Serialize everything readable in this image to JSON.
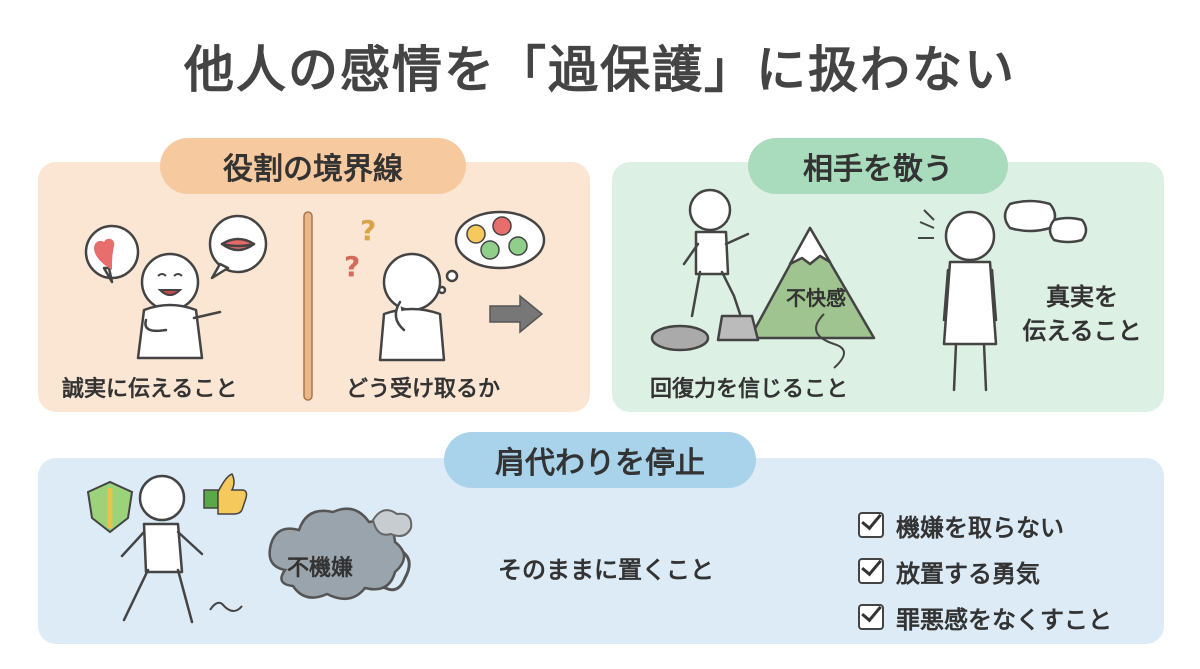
{
  "title": "他人の感情を「過保護」に扱わない",
  "sections": {
    "boundary": {
      "heading": "役割の境界線",
      "left_caption": "誠実に伝えること",
      "right_caption": "どう受け取るか"
    },
    "respect": {
      "heading": "相手を敬う",
      "mountain_label": "不快感",
      "left_caption": "回復力を信じること",
      "right_caption": "真実を伝えること"
    },
    "stop": {
      "heading": "肩代わりを停止",
      "cloud_label": "不機嫌",
      "center_caption": "そのままに置くこと",
      "checklist": [
        "機嫌を取らない",
        "放置する勇気",
        "罪悪感をなくすこと"
      ]
    }
  },
  "colors": {
    "panel_orange": "#fbe6d3",
    "panel_green": "#dcf0e4",
    "panel_blue": "#dcebf5",
    "pill_orange": "#f7c99f",
    "pill_green": "#a8dcbc",
    "pill_blue": "#a9d2eb"
  }
}
